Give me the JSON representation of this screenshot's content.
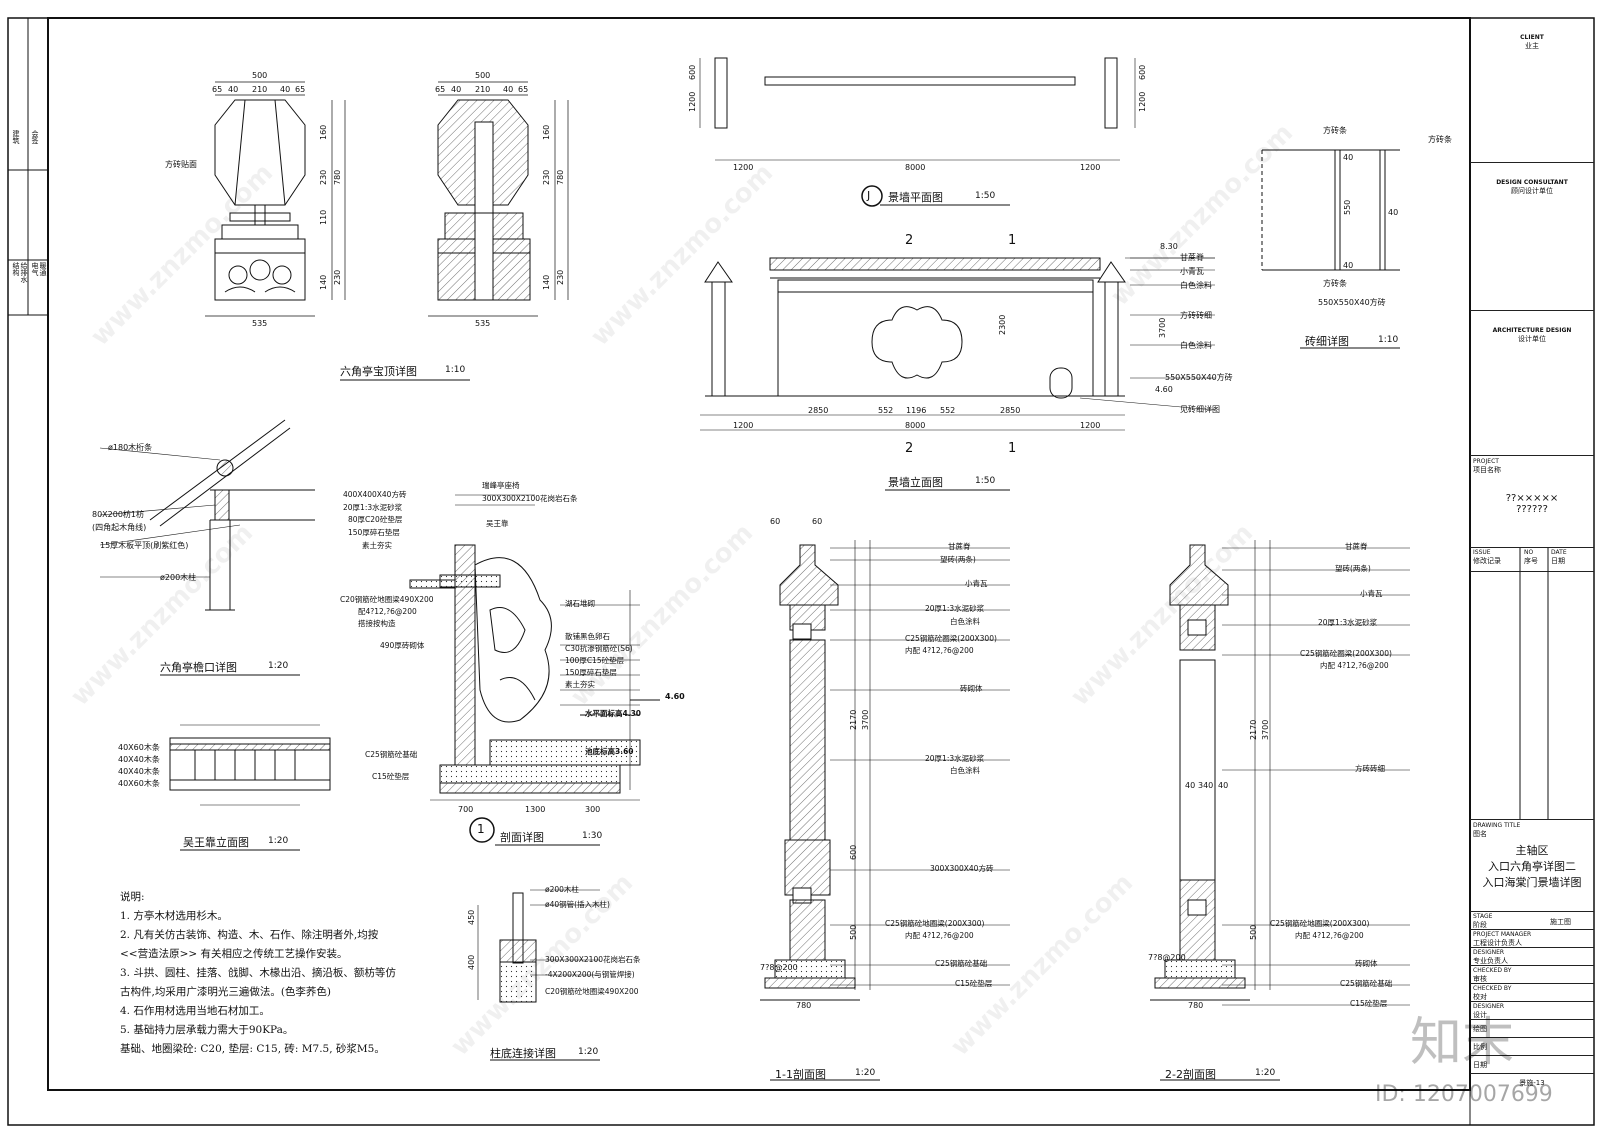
{
  "title_block": {
    "client_en": "CLIENT",
    "client_cn": "业主",
    "consultant_en": "DESIGN CONSULTANT",
    "consultant_cn": "顾问设计单位",
    "arch_en": "ARCHITECTURE DESIGN",
    "arch_cn": "设计单位",
    "project_en": "PROJECT",
    "project_cn": "项目名称",
    "project_name_1": "??×××××",
    "project_name_2": "??????",
    "issue_en": "ISSUE",
    "issue_cn": "修改记录",
    "no_en": "NO",
    "no_cn": "序号",
    "date_en": "DATE",
    "date_cn": "日期",
    "drawing_title_en": "DRAWING TITLE",
    "drawing_title_cn": "图名",
    "drawing_title_1": "主轴区",
    "drawing_title_2": "入口六角亭详图二",
    "drawing_title_3": "入口海棠门景墙详图",
    "stage_en": "STAGE",
    "stage_cn": "阶段",
    "stage_value": "施工图",
    "pm_en": "PROJECT MANAGER",
    "pm_cn": "工程设计负责人",
    "designer_en": "DESIGNER",
    "designer_cn": "专业负责人",
    "checked_en": "CHECKED BY",
    "checked_cn": "审核",
    "checked2_en": "CHECKED BY",
    "checked2_cn": "校对",
    "designer2_en": "DESIGNER",
    "designer2_cn": "设计",
    "drawn_cn": "绘图",
    "scale_cn": "比例",
    "date2_cn": "日期",
    "sheet_no": "景施-13"
  },
  "left_strip": [
    "建筑",
    "结构",
    "给排水",
    "电气",
    "暖通",
    "会签"
  ],
  "drawings": {
    "pavilion_top": {
      "title": "六角亭宝顶详图",
      "scale": "1:10",
      "label_brick": "方砖贴面"
    },
    "eave": {
      "title": "六角亭檐口详图",
      "scale": "1:20",
      "labels": [
        "ø180木桁条",
        "80X200枋1枋",
        "(四角起木角线)",
        "15厚木板平顶(刷紫红色)",
        "ø200木柱"
      ]
    },
    "bench": {
      "title": "吴王靠立面图",
      "scale": "1:20",
      "labels": [
        "40X60木条",
        "40X40木条",
        "40X40木条",
        "40X60木条"
      ]
    },
    "section": {
      "title": "剖面详图",
      "scale": "1:30",
      "marker": "1",
      "labels": [
        "400X400X40方砖",
        "20厚1:3水泥砂浆",
        "80厚C20砼垫层",
        "150厚碎石垫层",
        "素土夯实",
        "C20钢筋砼地圈梁490X200",
        "配4?12,?6@200",
        "搭接按构造",
        "490厚砖砌体",
        "C25钢筋砼基础",
        "C15砼垫层",
        "瑞峰亭座椅",
        "300X300X2100花岗岩石条",
        "吴王靠",
        "湖石堆砌",
        "散铺黑色卵石",
        "C30抗渗钢筋砼(S6)",
        "100厚C15砼垫层",
        "150厚碎石垫层",
        "素土夯实",
        "水平面标高4.30",
        "池底标高3.60",
        "4.60"
      ]
    },
    "wall_plan": {
      "title": "景墙平面图",
      "scale": "1:50",
      "marker": "J"
    },
    "wall_elev": {
      "title": "景墙立面图",
      "scale": "1:50",
      "labels": [
        "甘蔗脊",
        "小青瓦",
        "白色涂料",
        "方砖砖细",
        "白色涂料",
        "550X550X40方砖",
        "见砖细详图"
      ],
      "levels": [
        "8.30",
        "4.60"
      ]
    },
    "brick": {
      "title": "砖细详图",
      "scale": "1:10",
      "labels": [
        "方砖条",
        "方砖条",
        "方砖条",
        "550X550X40方砖"
      ]
    },
    "column_base": {
      "title": "柱底连接详图",
      "scale": "1:20",
      "labels": [
        "ø200木柱",
        "ø40钢管(插入木柱)",
        "300X300X2100花岗岩石条",
        "-4X200X200(与钢管焊接)",
        "C20钢筋砼地圈梁490X200"
      ]
    },
    "sec11": {
      "title": "1-1剖面图",
      "scale": "1:20",
      "labels": [
        "甘蔗脊",
        "望砖(两条)",
        "小青瓦",
        "20厚1:3水泥砂浆",
        "白色涂料",
        "C25钢筋砼圈梁(200X300)",
        "内配 4?12,?6@200",
        "砖砌体",
        "20厚1:3水泥砂浆",
        "白色涂料",
        "300X300X40方砖",
        "C25钢筋砼地圈梁(200X300)",
        "内配 4?12,?6@200",
        "C25钢筋砼基础",
        "C15砼垫层"
      ]
    },
    "sec22": {
      "title": "2-2剖面图",
      "scale": "1:20",
      "labels": [
        "甘蔗脊",
        "望砖(两条)",
        "小青瓦",
        "20厚1:3水泥砂浆",
        "C25钢筋砼圈梁(200X300)",
        "内配 4?12,?6@200",
        "方砖砖细",
        "C25钢筋砼地圈梁(200X300)",
        "内配 4?12,?6@200",
        "砖砌体",
        "C25钢筋砼基础",
        "C15砼垫层"
      ]
    }
  },
  "notes": {
    "heading": "说明:",
    "items": [
      "1. 方亭木材选用杉木。",
      "2. 凡有关仿古装饰、构造、木、石作、除注明者外,均按",
      "   <<营造法原>>  有关相应之传统工艺操作安装。",
      "3. 斗拱、圆柱、挂落、戗脚、木椽出沿、摘沿板、额枋等仿",
      "   古构件,均采用广漆明光三遍做法。(色李荞色)",
      "4. 石作用材选用当地石材加工。",
      "5. 基础持力层承载力需大于90KPa。",
      "   基础、地圈梁砼: C20, 垫层: C15, 砖: M7.5, 砂浆M5。"
    ]
  },
  "watermark": "www.znzmo.com",
  "brand": "知末",
  "image_id": "ID: 1207007699"
}
